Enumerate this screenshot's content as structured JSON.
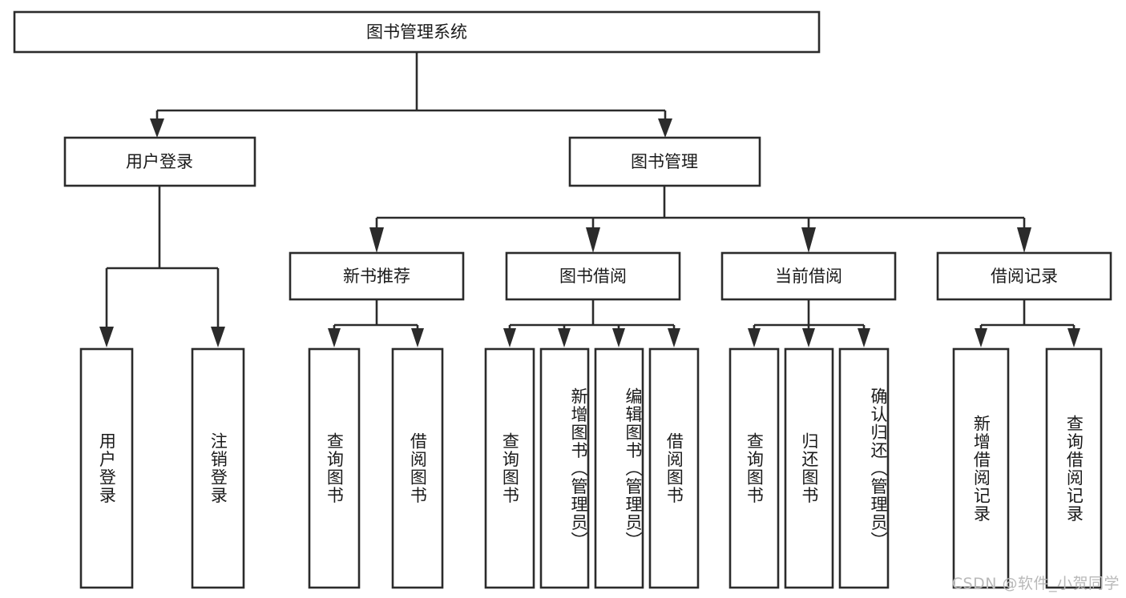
{
  "diagram": {
    "title": "图书管理系统",
    "type": "tree",
    "watermark": "CSDN @软件_小贺同学",
    "colors": {
      "box_stroke": "#2b2b2b",
      "box_fill": "#ffffff",
      "text": "#1a1a1a",
      "connector": "#2b2b2b",
      "watermark": "#b9b9b9",
      "background": "#ffffff"
    },
    "levels": {
      "root": {
        "label": "图书管理系统"
      },
      "level2": [
        {
          "id": "user-login",
          "label": "用户登录"
        },
        {
          "id": "book-management",
          "label": "图书管理"
        }
      ],
      "level3": [
        {
          "id": "new-book-recommend",
          "label": "新书推荐",
          "parent": "book-management"
        },
        {
          "id": "book-borrow",
          "label": "图书借阅",
          "parent": "book-management"
        },
        {
          "id": "current-borrow",
          "label": "当前借阅",
          "parent": "book-management"
        },
        {
          "id": "borrow-record",
          "label": "借阅记录",
          "parent": "book-management"
        }
      ],
      "leaves": [
        {
          "id": "leaf-user-login",
          "label": "用户登录",
          "parent": "user-login"
        },
        {
          "id": "leaf-logout",
          "label": "注销登录",
          "parent": "user-login"
        },
        {
          "id": "leaf-query-book-1",
          "label": "查询图书",
          "parent": "new-book-recommend"
        },
        {
          "id": "leaf-borrow-book-1",
          "label": "借阅图书",
          "parent": "new-book-recommend"
        },
        {
          "id": "leaf-query-book-2",
          "label": "查询图书",
          "parent": "book-borrow"
        },
        {
          "id": "leaf-add-book",
          "label": "新增图书（管理员）",
          "parent": "book-borrow"
        },
        {
          "id": "leaf-edit-book",
          "label": "编辑图书（管理员）",
          "parent": "book-borrow"
        },
        {
          "id": "leaf-borrow-book-2",
          "label": "借阅图书",
          "parent": "book-borrow"
        },
        {
          "id": "leaf-query-book-3",
          "label": "查询图书",
          "parent": "current-borrow"
        },
        {
          "id": "leaf-return-book",
          "label": "归还图书",
          "parent": "current-borrow"
        },
        {
          "id": "leaf-confirm-return",
          "label": "确认归还（管理员）",
          "parent": "current-borrow"
        },
        {
          "id": "leaf-add-record",
          "label": "新增借阅记录",
          "parent": "borrow-record"
        },
        {
          "id": "leaf-query-record",
          "label": "查询借阅记录",
          "parent": "borrow-record"
        }
      ]
    }
  }
}
